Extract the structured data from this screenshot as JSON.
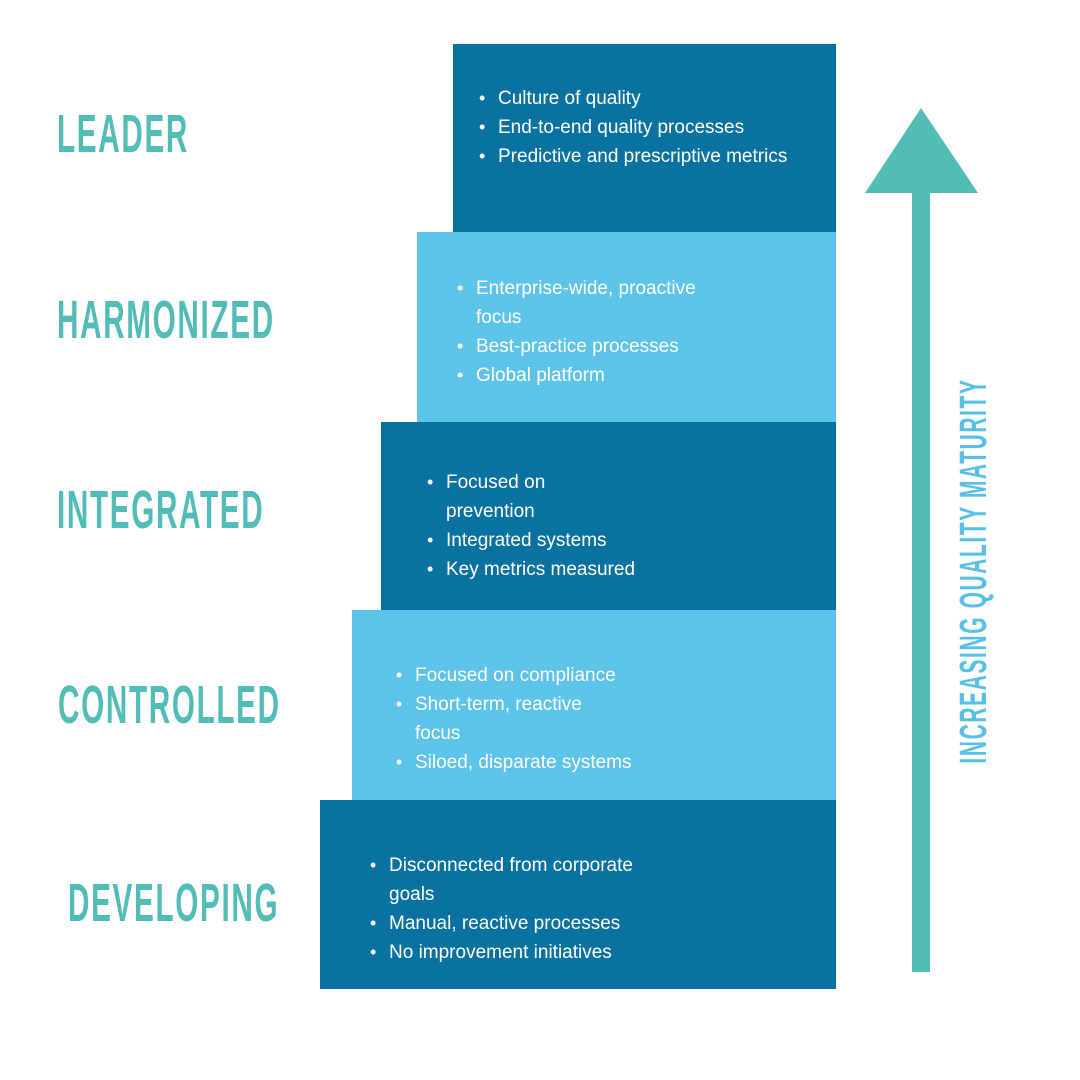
{
  "diagram": {
    "arrow_label": "INCREASING QUALITY MATURITY"
  },
  "levels": [
    {
      "label": "LEADER",
      "bullets": [
        "Culture of quality",
        "End-to-end quality processes",
        "Predictive and prescriptive metrics"
      ]
    },
    {
      "label": "HARMONIZED",
      "bullets": [
        "Enterprise-wide, proactive\nfocus",
        "Best-practice processes",
        "Global platform"
      ]
    },
    {
      "label": "INTEGRATED",
      "bullets": [
        "Focused on\nprevention",
        "Integrated systems",
        "Key metrics measured"
      ]
    },
    {
      "label": "CONTROLLED",
      "bullets": [
        "Focused on compliance",
        "Short-term, reactive\nfocus",
        "Siloed, disparate systems"
      ]
    },
    {
      "label": "DEVELOPING",
      "bullets": [
        "Disconnected from corporate\ngoals",
        "Manual, reactive processes",
        "No improvement initiatives"
      ]
    }
  ],
  "colors": {
    "dark_blue": "#0a72a0",
    "light_blue": "#5ec3e8",
    "teal": "#52bcb6",
    "arrow_label_blue": "#58bfe6",
    "bullet_text": "#ffffff",
    "background": "#ffffff"
  }
}
